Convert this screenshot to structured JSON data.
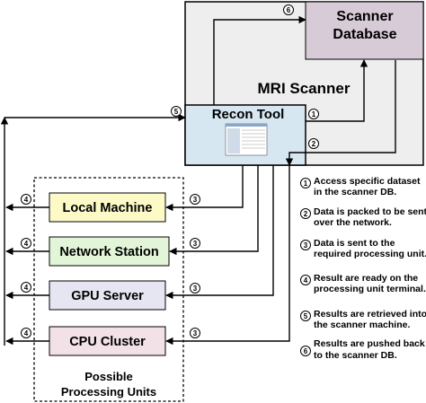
{
  "diagram": {
    "mri_scanner_label": "MRI Scanner",
    "scanner_database_label": [
      "Scanner",
      "Database"
    ],
    "recon_tool_label": "Recon Tool",
    "processing_units": [
      {
        "label": "Local Machine",
        "color": "#fcfbc8"
      },
      {
        "label": "Network Station",
        "color": "#e3f5d8"
      },
      {
        "label": "GPU Server",
        "color": "#e6e6f2"
      },
      {
        "label": "CPU Cluster",
        "color": "#f3e1e8"
      }
    ],
    "processing_units_caption": [
      "Possible",
      "Processing Units"
    ],
    "steps": [
      {
        "number": "1",
        "text": [
          "Access specific dataset",
          "in the scanner DB."
        ]
      },
      {
        "number": "2",
        "text": [
          "Data is packed to be sent",
          "over the network."
        ]
      },
      {
        "number": "3",
        "text": [
          "Data is sent to the",
          "required processing unit."
        ]
      },
      {
        "number": "4",
        "text": [
          "Result are ready on the",
          "processing unit terminal."
        ]
      },
      {
        "number": "5",
        "text": [
          "Results are retrieved into",
          "the scanner machine."
        ]
      },
      {
        "number": "6",
        "text": [
          "Results are pushed back",
          "to the scanner DB."
        ]
      }
    ],
    "colors": {
      "scanner_fill": "#eeeeee",
      "database_fill": "#d8cbd8",
      "recon_fill": "#d6e7f2",
      "outline": "#000000"
    }
  }
}
